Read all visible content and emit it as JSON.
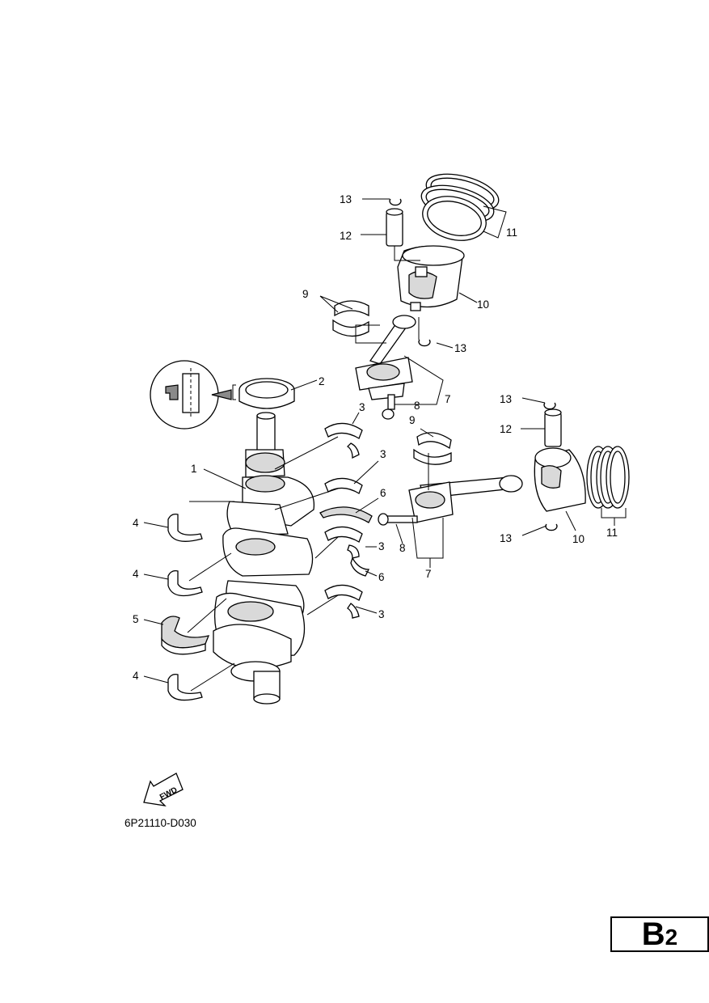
{
  "diagram_code": "6P21110-D030",
  "fwd_label": "FWD",
  "page_badge": {
    "letter": "B",
    "number": "2"
  },
  "callouts": {
    "c1": "1",
    "c2": "2",
    "c3a": "3",
    "c3b": "3",
    "c3c": "3",
    "c3d": "3",
    "c4a": "4",
    "c4b": "4",
    "c4c": "4",
    "c5": "5",
    "c6a": "6",
    "c6b": "6",
    "c7a": "7",
    "c7b": "7",
    "c8a": "8",
    "c8b": "8",
    "c9a": "9",
    "c9b": "9",
    "c10a": "10",
    "c10b": "10",
    "c11a": "11",
    "c11b": "11",
    "c12a": "12",
    "c12b": "12",
    "c13a": "13",
    "c13b": "13",
    "c13c": "13",
    "c13d": "13"
  }
}
